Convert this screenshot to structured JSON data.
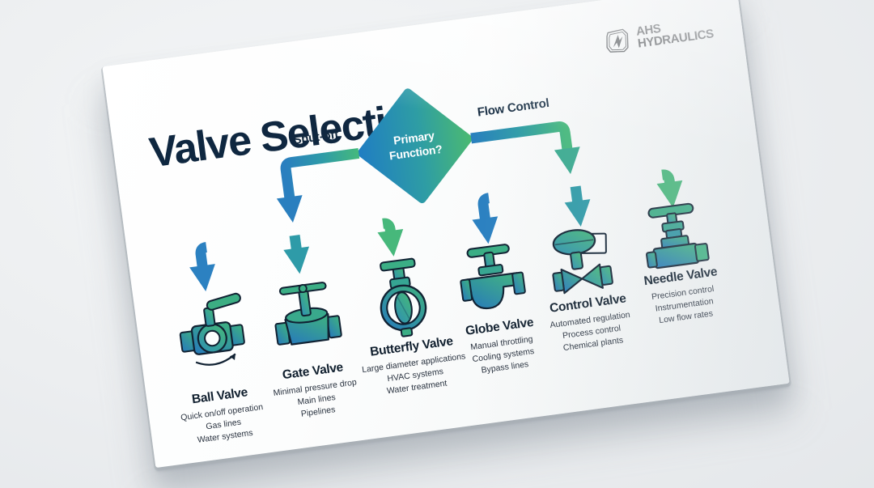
{
  "document": {
    "title": "Valve Selection"
  },
  "brand": {
    "mark_icon": "ahs-badge-icon",
    "line1": "AHS",
    "line2": "HYDRAULICS"
  },
  "colors": {
    "blue": "#2A7FBF",
    "teal": "#2E9BA8",
    "green": "#45B97C",
    "navy": "#0f2740",
    "card": "#ffffff",
    "background": "#ecEEF0",
    "detail_text": "#2a3340"
  },
  "diagram": {
    "root": {
      "label_line1": "Primary",
      "label_line2": "Function?"
    },
    "branches": [
      {
        "id": "shut-off",
        "label": "Shut-off"
      },
      {
        "id": "flow-control",
        "label": "Flow Control"
      }
    ],
    "nodes": [
      {
        "id": "ball-valve",
        "branch": "shut-off",
        "icon": "ball-valve-icon",
        "title": "Ball Valve",
        "details": [
          "Quick on/off operation",
          "Gas lines",
          "Water systems"
        ]
      },
      {
        "id": "gate-valve",
        "branch": "shut-off",
        "icon": "gate-valve-icon",
        "title": "Gate Valve",
        "details": [
          "Minimal pressure drop",
          "Main lines",
          "Pipelines"
        ]
      },
      {
        "id": "butterfly-valve",
        "branch": "shut-off",
        "icon": "butterfly-valve-icon",
        "title": "Butterfly Valve",
        "details": [
          "Large diameter applications",
          "HVAC systems",
          "Water treatment"
        ]
      },
      {
        "id": "globe-valve",
        "branch": "flow-control",
        "icon": "globe-valve-icon",
        "title": "Globe Valve",
        "details": [
          "Manual throttling",
          "Cooling systems",
          "Bypass lines"
        ]
      },
      {
        "id": "control-valve",
        "branch": "flow-control",
        "icon": "control-valve-icon",
        "title": "Control Valve",
        "details": [
          "Automated regulation",
          "Process control",
          "Chemical plants"
        ]
      },
      {
        "id": "needle-valve",
        "branch": "flow-control",
        "icon": "needle-valve-icon",
        "title": "Needle Valve",
        "details": [
          "Precision control",
          "Instrumentation",
          "Low flow rates"
        ]
      }
    ]
  }
}
